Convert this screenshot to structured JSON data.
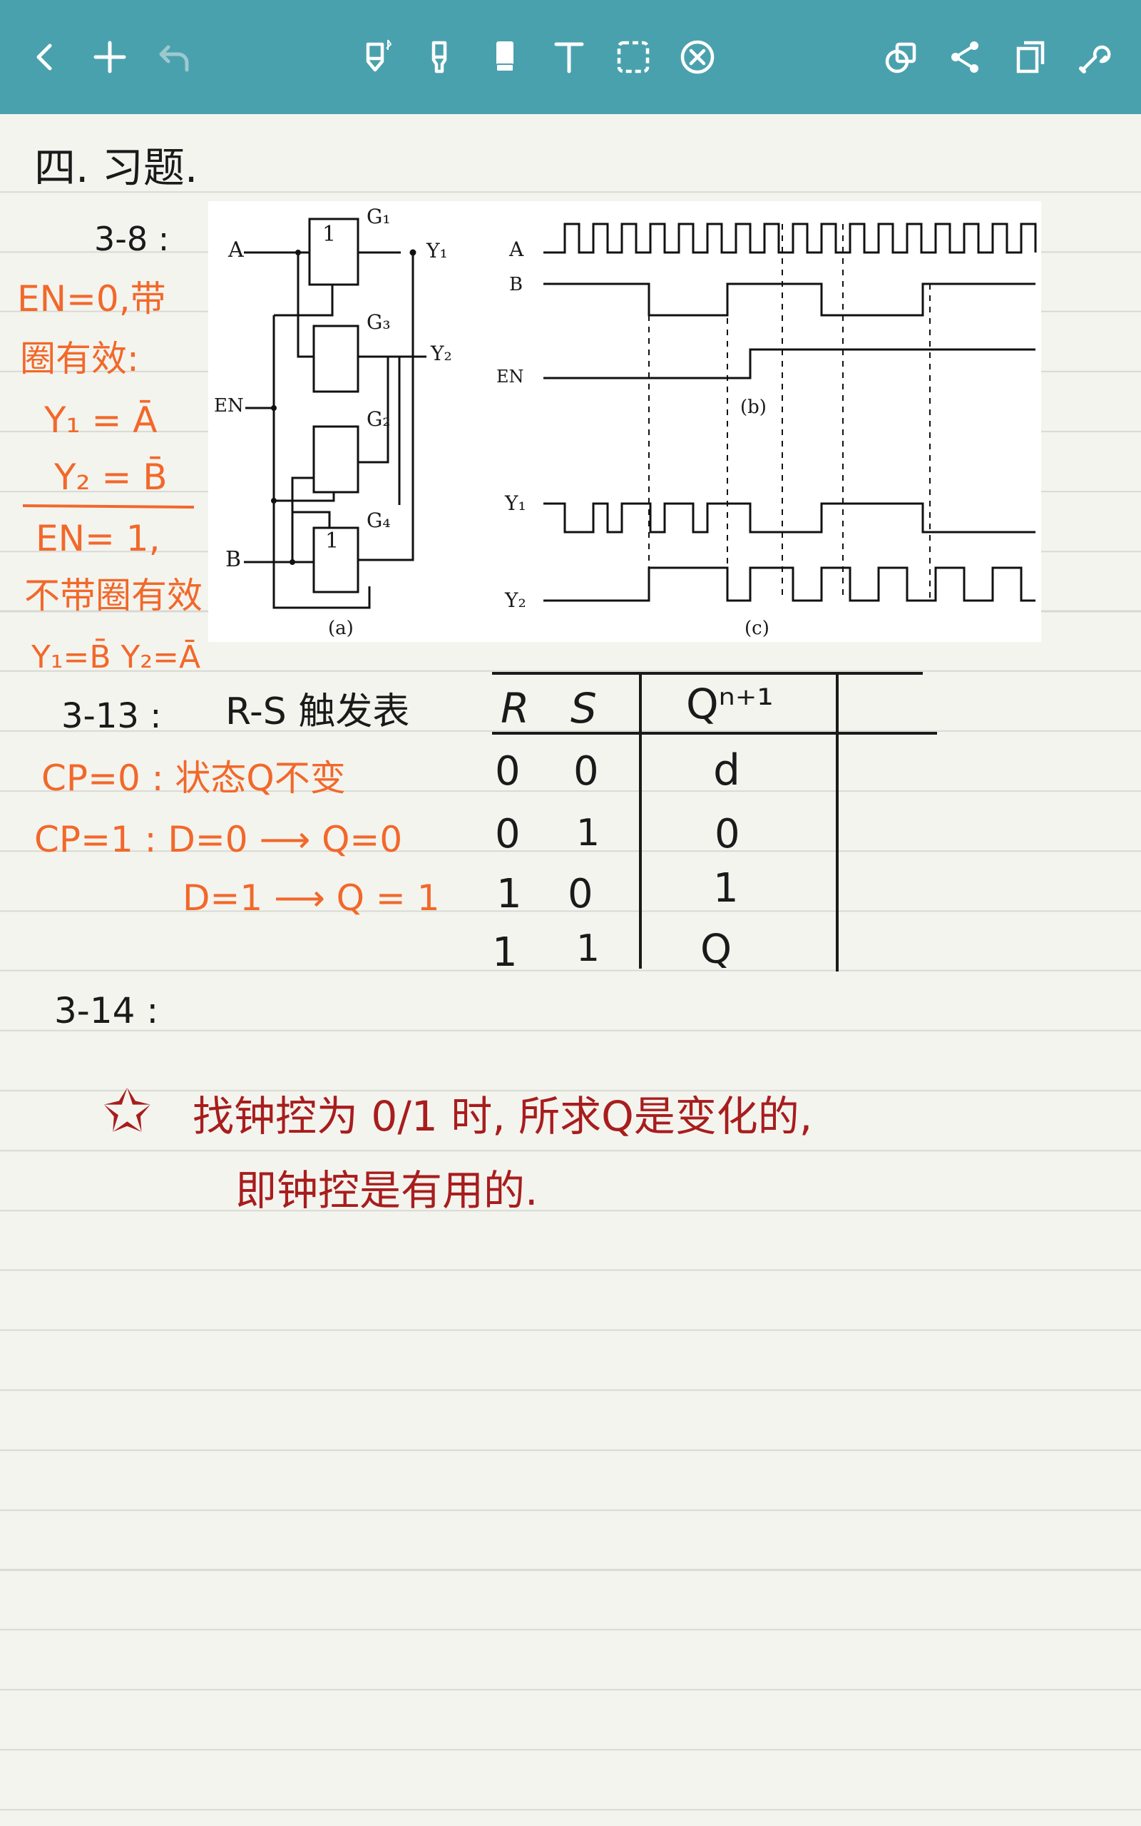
{
  "toolbar": {
    "icons": [
      "back-icon",
      "add-icon",
      "undo-icon",
      "pen-icon",
      "highlighter-icon",
      "eraser-icon",
      "text-icon",
      "lasso-icon",
      "clear-icon",
      "shapes-icon",
      "share-icon",
      "pages-icon",
      "settings-icon"
    ],
    "color": "#4aa1ae"
  },
  "note": {
    "heading": "四. 习题.",
    "q38": {
      "label": "3-8 :",
      "side_notes": [
        "EN=0,带",
        "圈有效:",
        "Y₁ = Ā",
        "Y₂ = B̄",
        "EN= 1,",
        "不带圈有效",
        "Y₁=B̄  Y₂=Ā"
      ]
    },
    "figure": {
      "circuit_labels": {
        "a": "A",
        "en": "EN",
        "b": "B",
        "g1": "G₁",
        "g2": "G₂",
        "g3": "G₃",
        "g4": "G₄",
        "y1": "Y₁",
        "y2": "Y₂",
        "one1": "1",
        "one4": "1",
        "caption": "(a)"
      },
      "timing_labels": {
        "a": "A",
        "b": "B",
        "en": "EN",
        "y1": "Y₁",
        "y2": "Y₂",
        "mid_caption": "(b)",
        "caption": "(c)"
      }
    },
    "q313": {
      "label": "3-13 :",
      "title": "R-S 触发表",
      "table": {
        "headers": [
          "R",
          "S",
          "Qⁿ⁺¹"
        ],
        "rows": [
          [
            "0",
            "0",
            "d"
          ],
          [
            "0",
            "1",
            "0"
          ],
          [
            "1",
            "0",
            "1"
          ],
          [
            "1",
            "1",
            "Q"
          ]
        ]
      },
      "notes": [
        "CP=0 : 状态Q不变",
        "CP=1 :  D=0  ⟶ Q=0",
        "D=1 ⟶ Q = 1"
      ]
    },
    "q314": {
      "label": "3-14 :"
    },
    "star_note": {
      "star": "✩",
      "line1": "找钟控为 0/1 时, 所求Q是变化的,",
      "line2": "即钟控是有用的."
    },
    "colors": {
      "ink_black": "#1a1a1a",
      "ink_orange": "#f2682a",
      "ink_red": "#a81d1d",
      "paper": "#f4f4ef"
    }
  }
}
